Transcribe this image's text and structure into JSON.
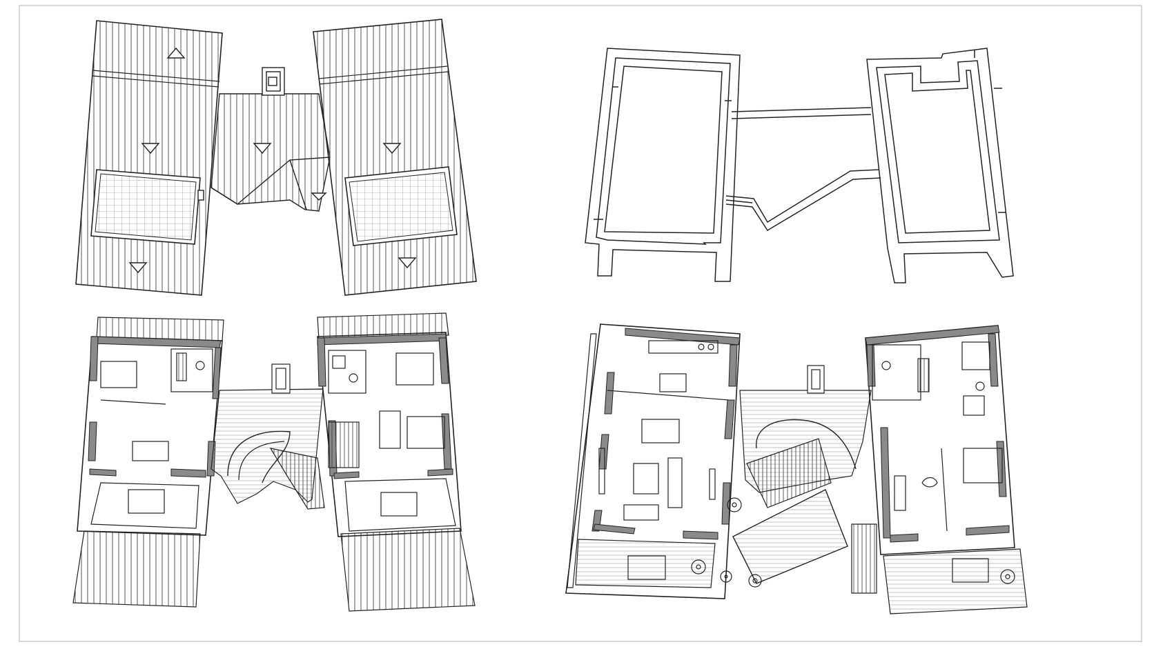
{
  "sheet": {
    "drawings": [
      {
        "id": "roof-plan",
        "kind": "roof plan"
      },
      {
        "id": "wall-plan",
        "kind": "upper wall outline plan"
      },
      {
        "id": "floor-plan-a",
        "kind": "floor plan"
      },
      {
        "id": "floor-plan-b",
        "kind": "floor plan"
      }
    ]
  },
  "colors": {
    "ink": "#222222",
    "wall_fill": "#8a8a8a",
    "frame": "#bdbdbd",
    "background": "#ffffff"
  }
}
